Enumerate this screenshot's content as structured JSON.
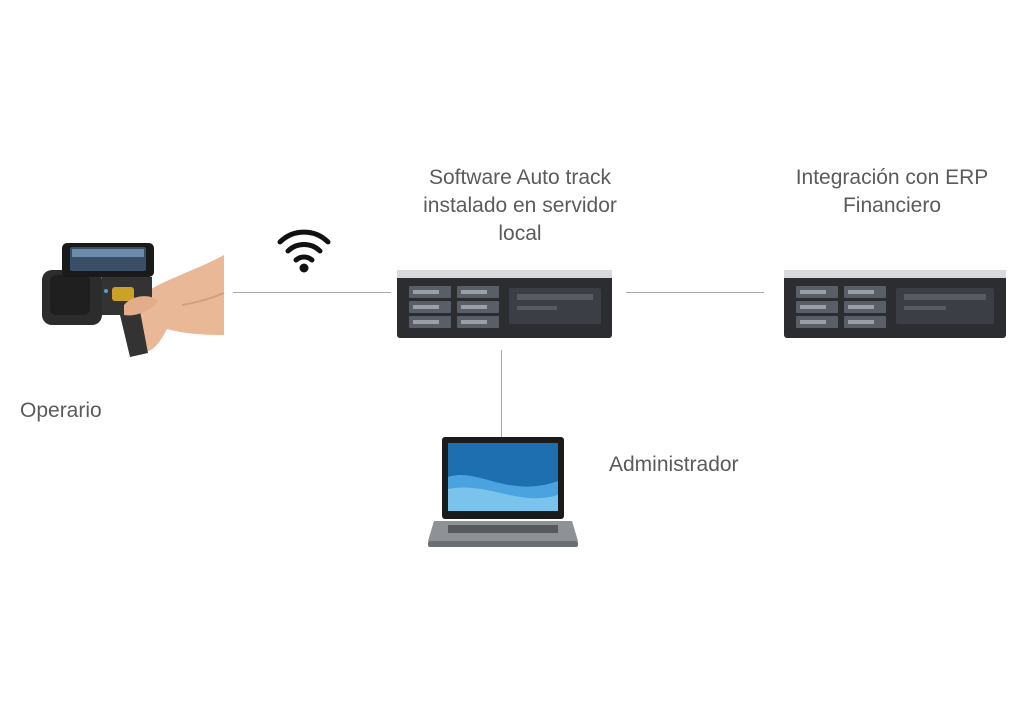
{
  "nodes": {
    "operator": {
      "label": "Operario",
      "icon": "rfid-handheld-scanner-icon"
    },
    "local_server": {
      "label_line1": "Software Auto track",
      "label_line2": "instalado en servidor",
      "label_line3": "local",
      "icon": "rack-server-icon"
    },
    "erp_server": {
      "label_line1": "Integración con ERP",
      "label_line2": "Financiero",
      "icon": "rack-server-icon"
    },
    "administrator": {
      "label": "Administrador",
      "icon": "laptop-icon"
    }
  },
  "connections": [
    {
      "from": "operator",
      "to": "local_server",
      "type": "wireless",
      "icon": "wifi-icon"
    },
    {
      "from": "local_server",
      "to": "erp_server",
      "type": "wired"
    },
    {
      "from": "local_server",
      "to": "administrator",
      "type": "wired"
    }
  ],
  "colors": {
    "line": "#a9a9a9",
    "text": "#5b5b5b",
    "server_body": "#2b2d31",
    "laptop_screen": "#1d6fb0"
  }
}
